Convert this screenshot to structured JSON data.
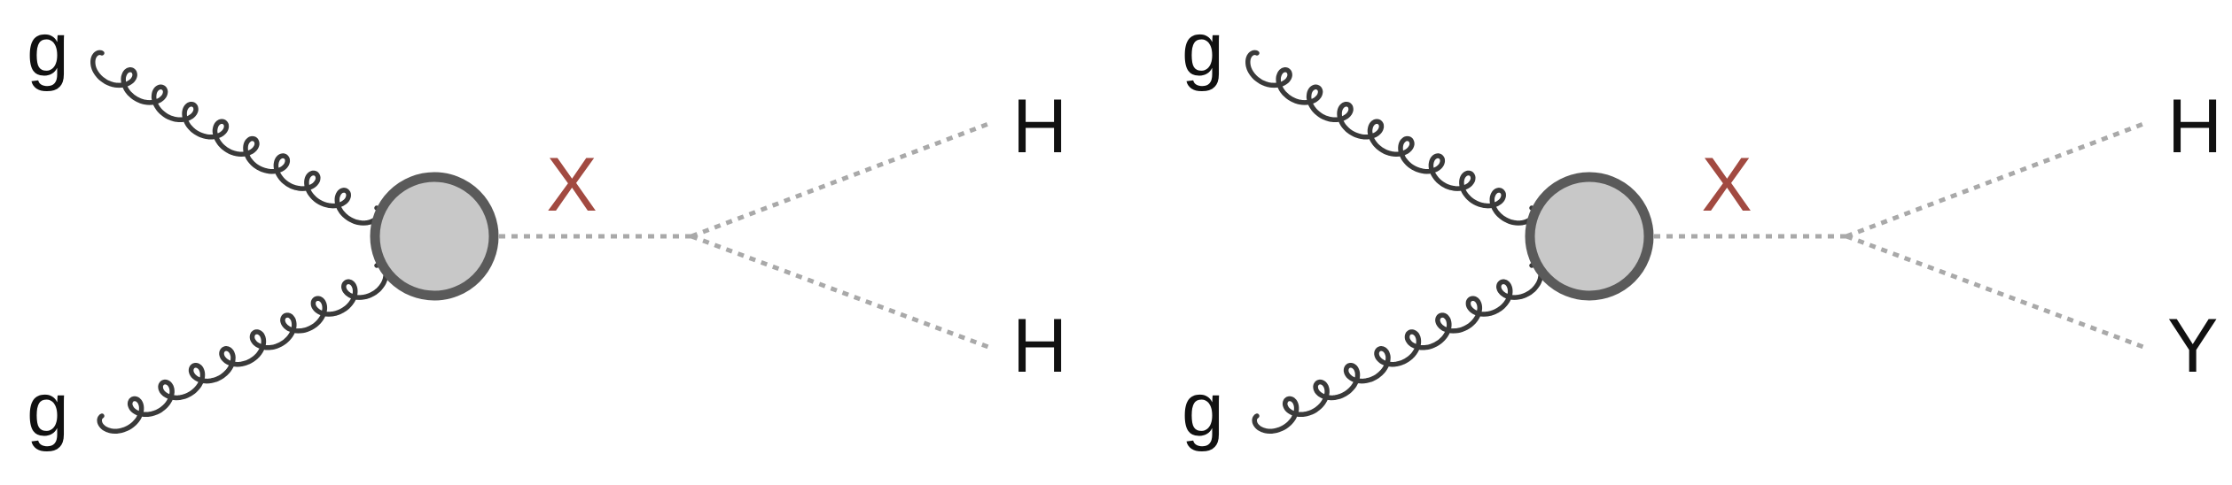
{
  "colors": {
    "background": "#ffffff",
    "gluon_line": "#3a3a3a",
    "scalar_line": "#a9a9a9",
    "blob_fill": "#c8c8c8",
    "blob_outline": "#5a5a5a",
    "mediator_label": "#a24a41",
    "particle_label": "#111111"
  },
  "diagrams": [
    {
      "initial": [
        "g",
        "g"
      ],
      "mediator": "X",
      "final": [
        "H",
        "H"
      ]
    },
    {
      "initial": [
        "g",
        "g"
      ],
      "mediator": "X",
      "final": [
        "H",
        "Y"
      ]
    }
  ]
}
